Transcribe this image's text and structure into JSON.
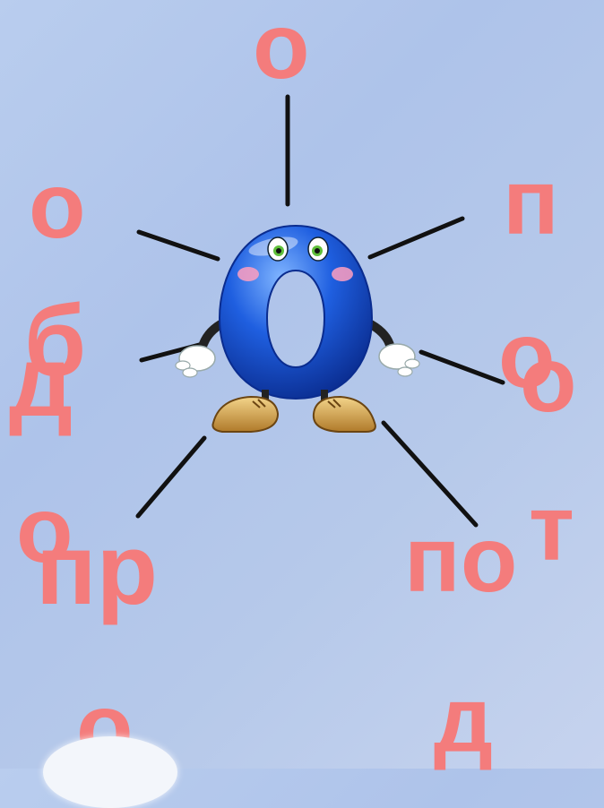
{
  "center": {
    "character": "О"
  },
  "letters": {
    "top": "о",
    "left_upper": "о",
    "right_upper": "п",
    "left_middle_1": "б",
    "left_middle_2": "д",
    "right_middle_1": "о",
    "right_middle_2": "о",
    "left_lower_1": "о",
    "left_lower_2": "пр",
    "right_lower_1": "по",
    "right_lower_2": "т",
    "bottom_left": "о",
    "bottom_right": "д"
  },
  "colors": {
    "letter": "#f47c7c",
    "character_body": "#1f5fe0",
    "line": "#111111"
  }
}
